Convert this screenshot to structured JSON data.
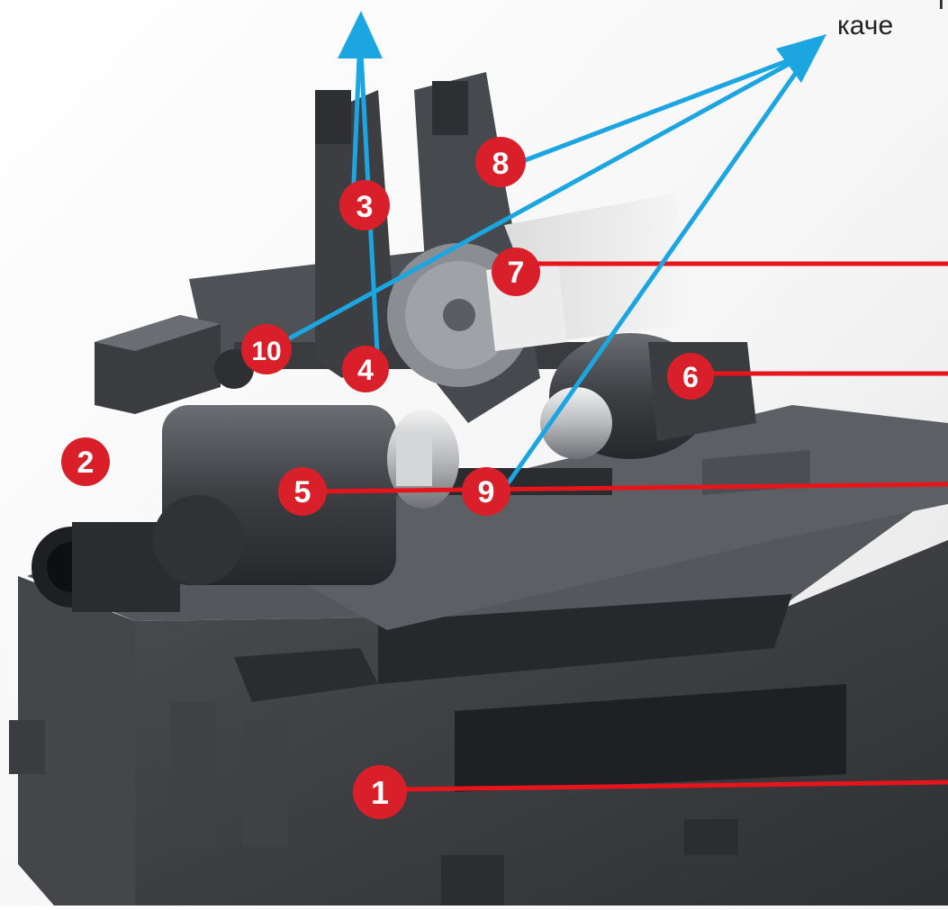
{
  "caption": {
    "text": "каче",
    "clipped_top_text": "г"
  },
  "markers": [
    {
      "label": "1"
    },
    {
      "label": "2"
    },
    {
      "label": "3"
    },
    {
      "label": "4"
    },
    {
      "label": "5"
    },
    {
      "label": "6"
    },
    {
      "label": "7"
    },
    {
      "label": "8"
    },
    {
      "label": "9"
    },
    {
      "label": "10"
    }
  ],
  "colors": {
    "marker_red": "#d9202a",
    "leader_red": "#e8141c",
    "leader_blue": "#1ba6e2",
    "machine_dark": "#3b3d41",
    "machine_mid": "#55585d",
    "machine_light": "#7a7d82"
  }
}
